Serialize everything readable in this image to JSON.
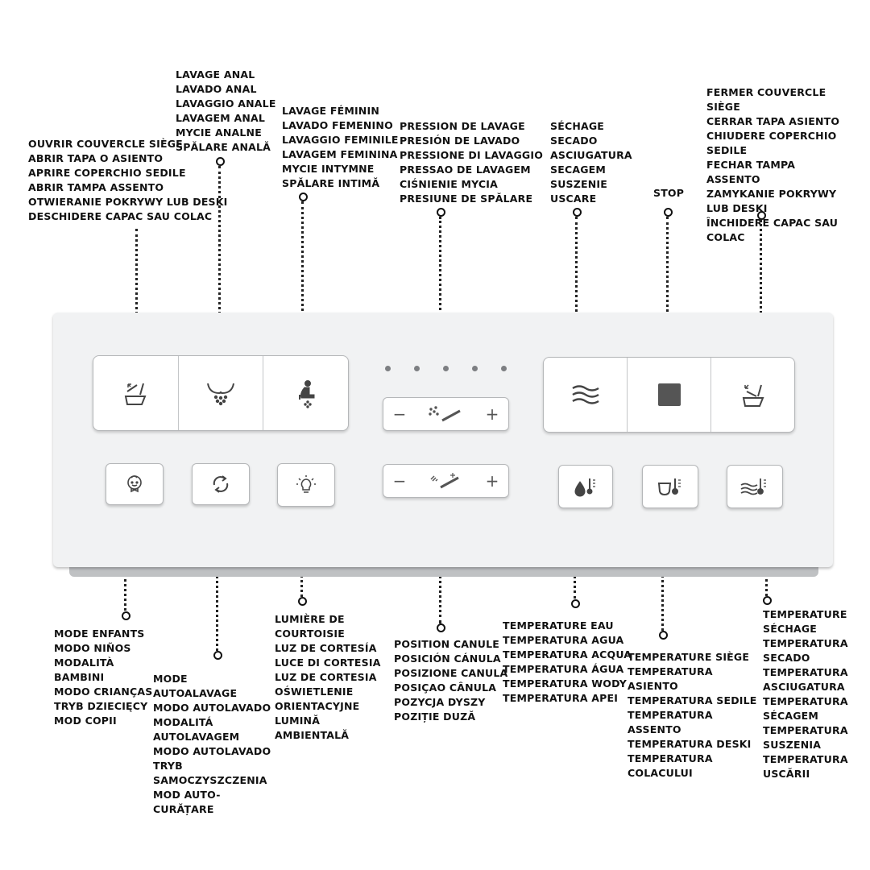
{
  "labels": {
    "open_lid": [
      "OUVRIR COUVERCLE SIÈGE",
      "ABRIR TAPA O ASIENTO",
      "APRIRE COPERCHIO SEDILE",
      "ABRIR TAMPA ASSENTO",
      "OTWIERANIE POKRYWY LUB DESKI",
      "DESCHIDERE CAPAC SAU COLAC"
    ],
    "anal_wash": [
      "LAVAGE ANAL",
      "LAVADO ANAL",
      "LAVAGGIO ANALE",
      "LAVAGEM ANAL",
      "MYCIE ANALNE",
      "SPĂLARE ANALĂ"
    ],
    "feminine_wash": [
      "LAVAGE FÉMININ",
      "LAVADO FEMENINO",
      "LAVAGGIO FEMINILE",
      "LAVAGEM FEMININA",
      "MYCIE INTYMNE",
      "SPĂLARE INTIMĂ"
    ],
    "wash_pressure": [
      "PRESSION DE LAVAGE",
      "PRESIÓN DE LAVADO",
      "PRESSIONE DI LAVAGGIO",
      "PRESSAO DE LAVAGEM",
      "CIŚNIENIE MYCIA",
      "PRESIUNE DE SPĂLARE"
    ],
    "drying": [
      "SÉCHAGE",
      "SECADO",
      "ASCIUGATURA",
      "SECAGEM",
      "SUSZENIE",
      "USCARE"
    ],
    "stop": [
      "STOP"
    ],
    "close_lid": [
      "FERMER COUVERCLE SIÈGE",
      "CERRAR TAPA ASIENTO",
      "CHIUDERE COPERCHIO SEDILE",
      "FECHAR TAMPA ASSENTO",
      "ZAMYKANIE POKRYWY LUB DESKI",
      "ÎNCHIDERE CAPAC SAU COLAC"
    ],
    "child_mode": [
      "MODE ENFANTS",
      "MODO NIÑOS",
      "MODALITÀ BAMBINI",
      "MODO CRIANÇAS",
      "TRYB DZIECIĘCY",
      "MOD COPII"
    ],
    "auto_clean": [
      "MODE AUTOALAVAGE",
      "MODO AUTOLAVADO",
      "MODALITÁ AUTOLAVAGEM",
      "MODO AUTOLAVADO",
      "TRYB SAMOCZYSZCZENIA",
      "MOD AUTO-CURĂȚARE"
    ],
    "courtesy_light": [
      "LUMIÈRE DE COURTOISIE",
      "LUZ DE CORTESÍA",
      "LUCE DI CORTESIA",
      "LUZ DE CORTESIA",
      "OŚWIETLENIE ORIENTACYJNE",
      "LUMINĂ AMBIENTALĂ"
    ],
    "nozzle_position": [
      "POSITION CANULE",
      "POSICIÓN CÁNULA",
      "POSIZIONE CANULA",
      "POSIÇAO CÂNULA",
      "POZYCJA DYSZY",
      "POZIȚIE DUZĂ"
    ],
    "water_temp": [
      "TEMPERATURE EAU",
      "TEMPERATURA AGUA",
      "TEMPERATURA ACQUA",
      "TEMPERATURA ÁGUA",
      "TEMPERATURA WODY",
      "TEMPERATURA APEI"
    ],
    "seat_temp": [
      "TEMPERATURE SIÈGE",
      "TEMPERATURA ASIENTO",
      "TEMPERATURA SEDILE",
      "TEMPERATURA ASSENTO",
      "TEMPERATURA DESKI",
      "TEMPERATURA COLACULUI"
    ],
    "dry_temp": [
      "TEMPERATURE SÉCHAGE",
      "TEMPERATURA SECADO",
      "TEMPERATURA ASCIUGATURA",
      "TEMPERATURA SÉCAGEM",
      "TEMPERATURA SUSZENIA",
      "TEMPERATURA USCĂRII"
    ]
  },
  "sliders": {
    "minus": "−",
    "plus": "+"
  },
  "icons": [
    "open-lid-icon",
    "anal-wash-icon",
    "feminine-wash-icon",
    "pressure-icon",
    "drying-icon",
    "stop-icon",
    "close-lid-icon",
    "child-icon",
    "auto-clean-icon",
    "light-bulb-icon",
    "nozzle-icon",
    "water-temp-icon",
    "seat-temp-icon",
    "dry-temp-icon"
  ],
  "pressure_level": {
    "indicator_count": 5
  }
}
